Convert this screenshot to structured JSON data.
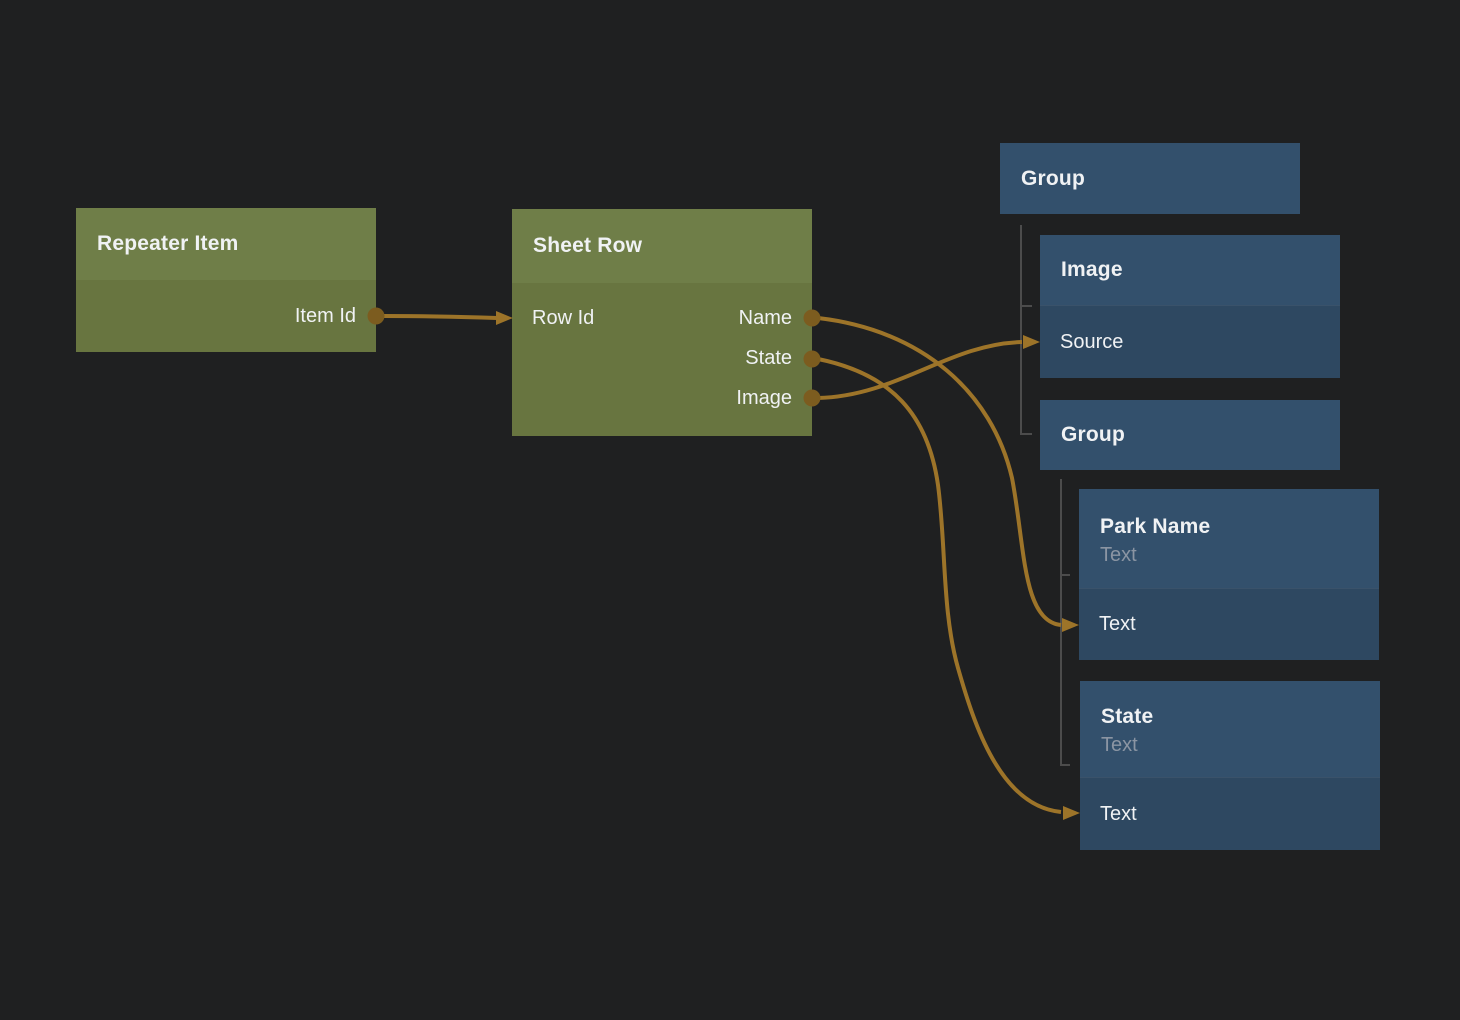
{
  "theme": {
    "bg": "#1f2021",
    "green_header": "#6f7e48",
    "green_body": "#687540",
    "blue_header": "#33506c",
    "blue_body": "#2e4861",
    "title_text": "#f0f2f4",
    "subtitle_text": "#8b95a3",
    "connector": "#9d7429",
    "port_dot": "#7c5c1f",
    "tree_line": "#4c4c4c"
  },
  "nodes": {
    "repeater_item": {
      "title": "Repeater Item",
      "outputs": [
        {
          "label": "Item Id"
        }
      ]
    },
    "sheet_row": {
      "title": "Sheet Row",
      "inputs": [
        {
          "label": "Row Id"
        }
      ],
      "outputs": [
        {
          "label": "Name"
        },
        {
          "label": "State"
        },
        {
          "label": "Image"
        }
      ]
    },
    "group_outer": {
      "title": "Group"
    },
    "image_layer": {
      "title": "Image",
      "inputs": [
        {
          "label": "Source"
        }
      ]
    },
    "group_inner": {
      "title": "Group"
    },
    "park_name_layer": {
      "title": "Park Name",
      "type_label": "Text",
      "inputs": [
        {
          "label": "Text"
        }
      ]
    },
    "state_layer": {
      "title": "State",
      "type_label": "Text",
      "inputs": [
        {
          "label": "Text"
        }
      ]
    }
  },
  "connections": [
    {
      "from": "Repeater Item / Item Id",
      "to": "Sheet Row / Row Id"
    },
    {
      "from": "Sheet Row / Name",
      "to": "Park Name / Text"
    },
    {
      "from": "Sheet Row / State",
      "to": "State / Text"
    },
    {
      "from": "Sheet Row / Image",
      "to": "Image / Source"
    }
  ]
}
